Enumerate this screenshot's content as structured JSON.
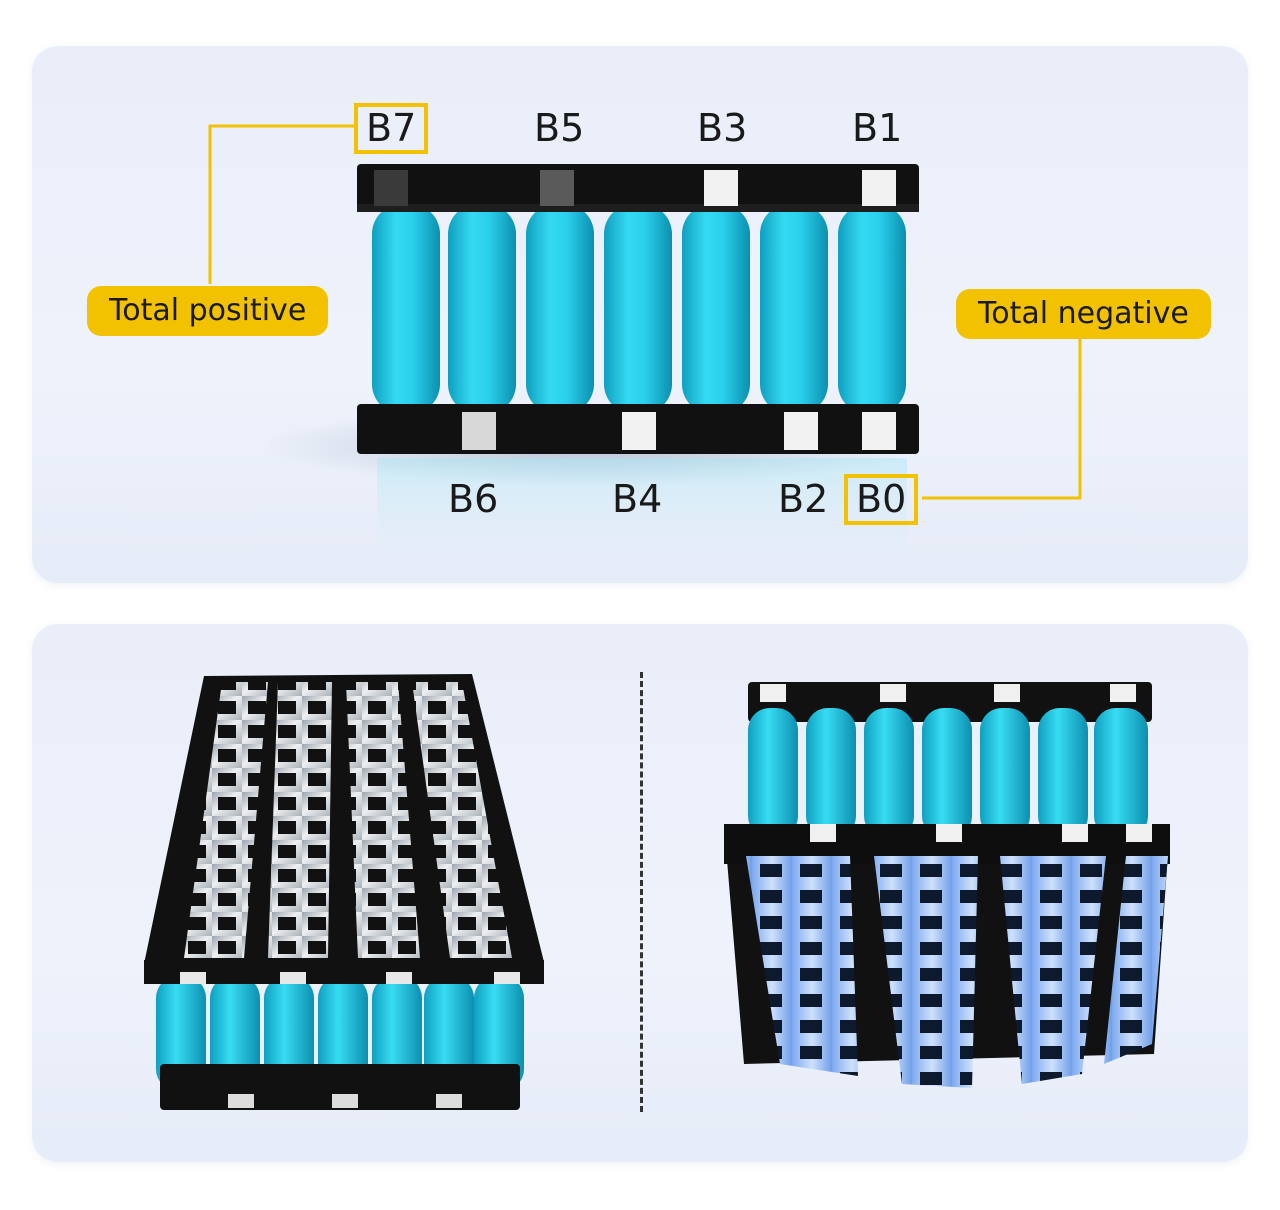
{
  "labels": {
    "terminals_top": [
      "B7",
      "B5",
      "B3",
      "B1"
    ],
    "terminals_bottom": [
      "B6",
      "B4",
      "B2",
      "B0"
    ],
    "total_positive": "Total positive",
    "total_negative": "Total negative"
  },
  "colors": {
    "accent": "#f2c200",
    "cell": "#22c8e6",
    "holder": "#111111",
    "nickel_strip": "#d9dde3"
  }
}
